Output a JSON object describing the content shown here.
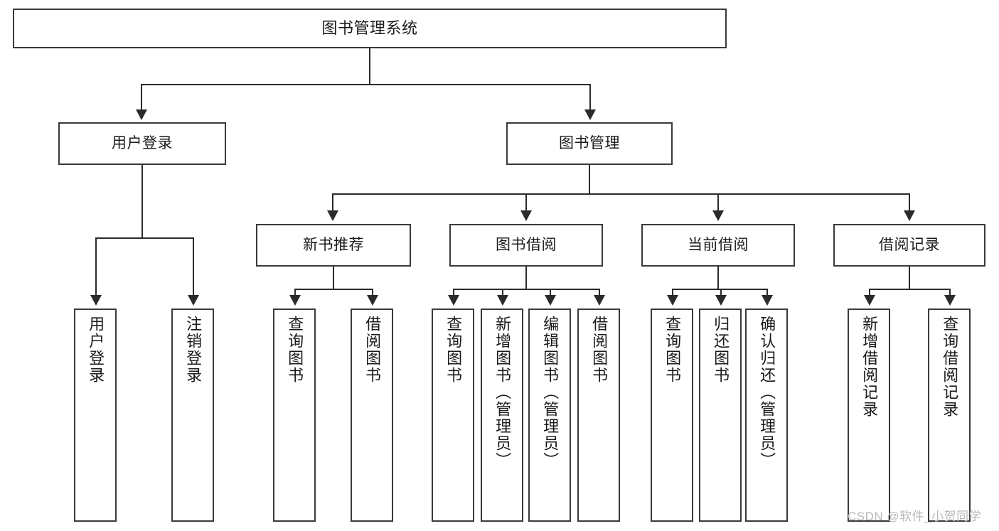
{
  "diagram": {
    "title": "图书管理系统",
    "type": "tree",
    "root": {
      "label": "图书管理系统"
    },
    "level1": [
      {
        "label": "用户登录"
      },
      {
        "label": "图书管理"
      }
    ],
    "level2": [
      {
        "label": "新书推荐"
      },
      {
        "label": "图书借阅"
      },
      {
        "label": "当前借阅"
      },
      {
        "label": "借阅记录"
      }
    ],
    "leaves": {
      "user_login": [
        {
          "label": "用户登录"
        },
        {
          "label": "注销登录"
        }
      ],
      "new_book_recommend": [
        {
          "label": "查询图书"
        },
        {
          "label": "借阅图书"
        }
      ],
      "book_borrow": [
        {
          "label": "查询图书"
        },
        {
          "label": "新增图书（管理员）"
        },
        {
          "label": "编辑图书（管理员）"
        },
        {
          "label": "借阅图书"
        }
      ],
      "current_borrow": [
        {
          "label": "查询图书"
        },
        {
          "label": "归还图书"
        },
        {
          "label": "确认归还（管理员）"
        }
      ],
      "borrow_record": [
        {
          "label": "新增借阅记录"
        },
        {
          "label": "查询借阅记录"
        }
      ]
    }
  },
  "watermark": {
    "text": "CSDN @软件_小贺同学"
  },
  "colors": {
    "box_border": "#3a3a3a",
    "connector": "#2b2b2b",
    "text": "#1a1a1a",
    "background": "#ffffff",
    "watermark": "#b9b9b9"
  }
}
